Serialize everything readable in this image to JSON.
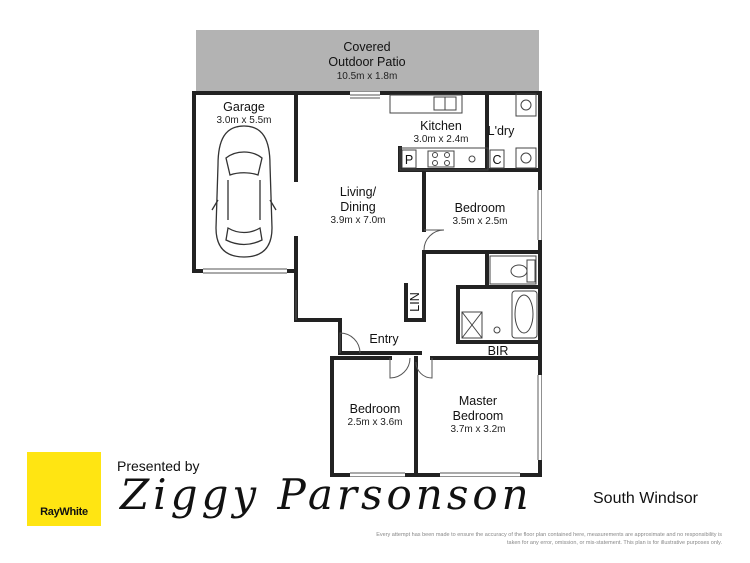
{
  "rooms": {
    "patio": {
      "name_line1": "Covered",
      "name_line2": "Outdoor Patio",
      "dims": "10.5m x 1.8m"
    },
    "garage": {
      "name": "Garage",
      "dims": "3.0m x 5.5m"
    },
    "living": {
      "name_line1": "Living/",
      "name_line2": "Dining",
      "dims": "3.9m x 7.0m"
    },
    "kitchen": {
      "name": "Kitchen",
      "dims": "3.0m x 2.4m"
    },
    "laundry": {
      "name": "L'dry"
    },
    "bedroom_right": {
      "name": "Bedroom",
      "dims": "3.5m x 2.5m"
    },
    "entry": {
      "name": "Entry"
    },
    "linen": {
      "name": "LIN"
    },
    "bir": {
      "name": "BIR"
    },
    "bedroom_left": {
      "name": "Bedroom",
      "dims": "2.5m x 3.6m"
    },
    "master": {
      "name_line1": "Master",
      "name_line2": "Bedroom",
      "dims": "3.7m x 3.2m"
    },
    "pantry": {
      "name": "P"
    },
    "cupboard": {
      "name": "C"
    }
  },
  "footer": {
    "presented_by": "Presented by",
    "agent_name": "Ziggy Parsonson",
    "logo_text": "RayWhite",
    "suburb": "South Windsor",
    "disclaimer": "Every attempt has been made to ensure the accuracy of the floor plan contained here, measurements are approximate and no responsibility is taken for any error, omission, or mis-statement. This plan is for illustrative purposes only."
  },
  "colors": {
    "patio_fill": "#b3b3b3",
    "wall": "#222222",
    "brand_yellow": "#ffe512"
  },
  "icons": [
    "car-icon",
    "sink-icon",
    "cooktop-icon",
    "toilet-icon",
    "bathtub-icon",
    "basin-icon",
    "washer-icon"
  ]
}
